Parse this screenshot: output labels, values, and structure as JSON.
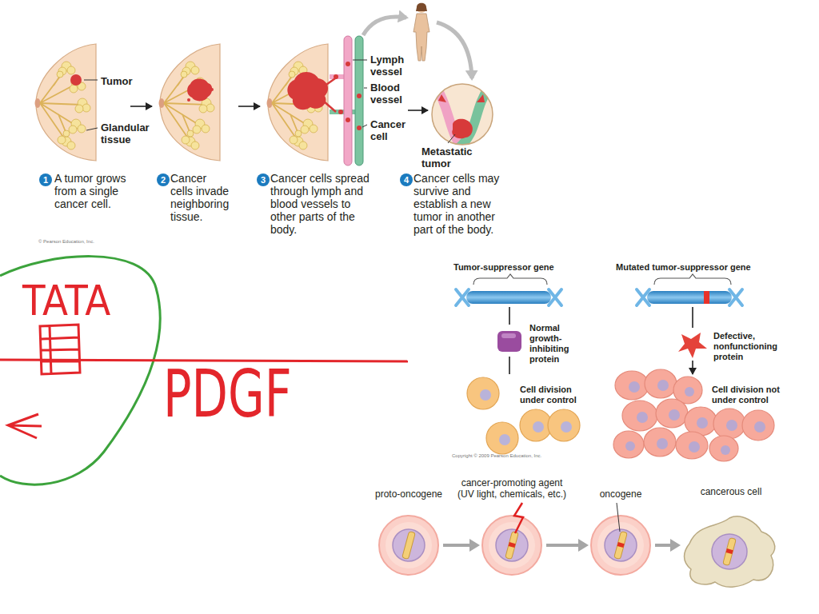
{
  "diagram": {
    "nodes": [
      {
        "text": [
          "proto-oncogene"
        ]
      },
      {
        "text": [
          "cancer-promoting agent (UV light, chemicals, etc.)"
        ]
      },
      {
        "text": [
          "oncogene"
        ]
      },
      {
        "text": [
          "cancerous cell"
        ]
      }
    ],
    "edges": [
      {
        "from": 0,
        "to": 1,
        "arrow": "to"
      },
      {
        "from": 1,
        "to": 2,
        "arrow": "to"
      },
      {
        "from": 2,
        "to": 3,
        "arrow": "to"
      }
    ],
    "labels": [
      "Tumor",
      "Glandular tissue",
      "Lymph vessel",
      "Blood vessel",
      "Cancer cell",
      "Metastatic tumor",
      "1",
      "A tumor grows from a single cancer cell.",
      "2",
      "Cancer cells invade neighboring tissue.",
      "3",
      "Cancer cells spread through lymph and blood vessels to other parts of the body.",
      "4",
      "Cancer cells may survive and establish a new tumor in another part of the body.",
      "© Pearson Education, Inc.",
      "TATA",
      "PDGF",
      "Tumor-suppressor gene",
      "Mutated tumor-suppressor gene",
      "Normal growth-inhibiting protein",
      "Defective, nonfunctioning protein",
      "Cell division under control",
      "Cell division not under control",
      "Copyright © 2009 Pearson Education, Inc."
    ]
  }
}
